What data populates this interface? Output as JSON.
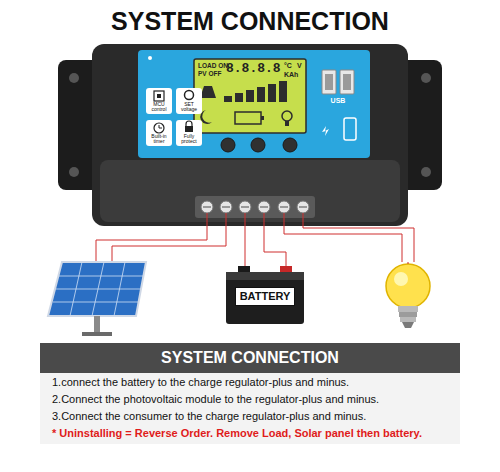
{
  "diagram": {
    "title": "SYSTEM CONNECTION",
    "nodes": [
      {
        "text": [
          "BATTERY"
        ]
      },
      {
        "text": [
          "SYSTEM CONNECTION",
          "1.connect the battery to the charge regulator-plus and minus.",
          "2.Connect the photovoltaic module to the regulator-plus and minus.",
          "3.Connect the consumer to the charge regulator-plus and minus.",
          "* Uninstalling = Reverse Order. Remove Load, Solar panel then battery."
        ]
      }
    ],
    "labels": [
      "LOAD ON",
      "PV OFF",
      "8.8.8.8",
      "°C",
      "V",
      "KAh",
      "MCU control",
      "SET voltage",
      "Built-in timer",
      "Fully protect",
      "USB"
    ]
  }
}
